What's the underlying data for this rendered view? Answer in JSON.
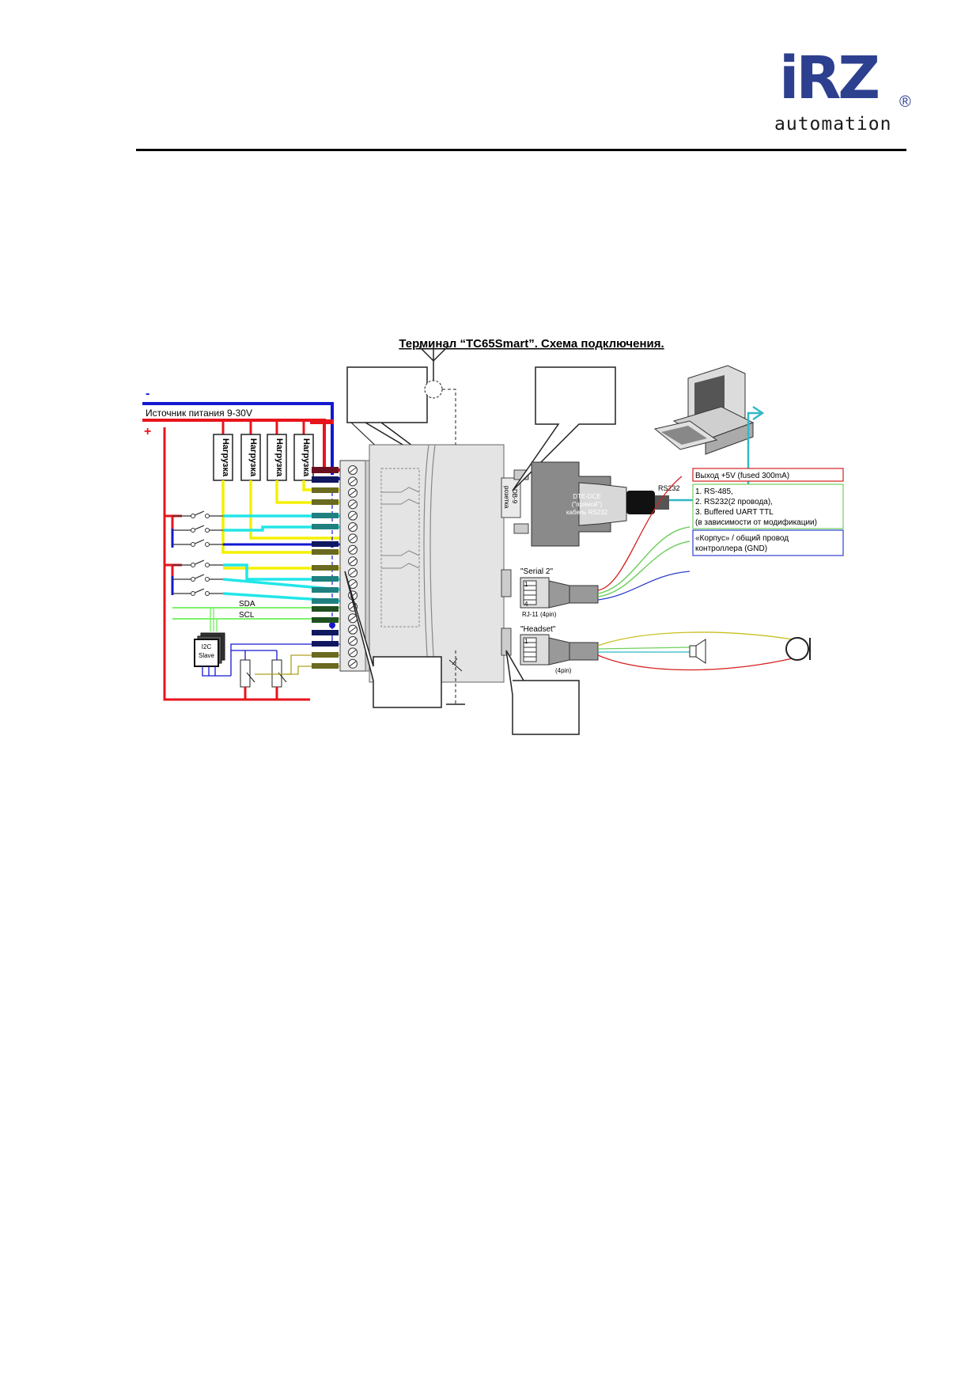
{
  "logo": {
    "main": "iRZ",
    "registered": "®",
    "sub": "automation"
  },
  "diagram": {
    "title": "Терминал “TC65Smart”. Схема подключения.",
    "power_minus": "-",
    "power_label": "Источник питания 9-30V",
    "power_plus": "+",
    "loads": [
      "Нагрузка",
      "Нагрузка",
      "Нагрузка",
      "Нагрузка"
    ],
    "sda": "SDA",
    "scl": "SCL",
    "i2c_slave": [
      "I2C",
      "Slave"
    ],
    "db9": [
      "DB-9",
      "розетка"
    ],
    "cable": [
      "DTE-DCE",
      "(\"прямой\")",
      "кабель RS232"
    ],
    "rs232_label": "RS232",
    "serial2": "\"Serial 2\"",
    "rj11": "RJ-11 (4pin)",
    "headset": "\"Headset\"",
    "headset_rj": "(4pin)",
    "pin1": "1",
    "pin4": "4",
    "out5v": "Выход +5V (fused 300mA)",
    "serial_options": [
      "1. RS-485,",
      "2. RS232(2 провода),",
      "3. Buffered UART TTL",
      "(в зависимости от модификации)"
    ],
    "gnd_label": [
      "«Корпус» / общий провод",
      "контроллера (GND)"
    ]
  },
  "colors": {
    "red": "#e8141c",
    "blue": "#1418d0",
    "yellow": "#f4f000",
    "cyan": "#22e6e8",
    "green": "#7ef26a",
    "logo_blue": "#2d3f8f",
    "box_red": "#d62020",
    "box_green": "#70d060",
    "box_blue": "#3040d0",
    "teal": "#30b8c8"
  }
}
